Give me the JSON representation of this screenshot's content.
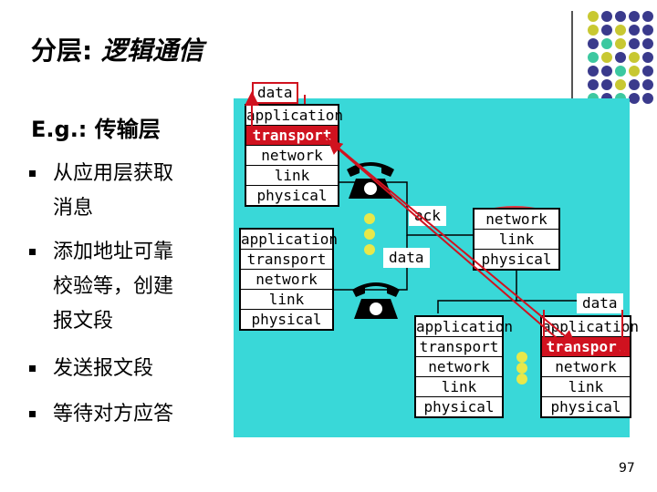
{
  "title": {
    "prefix": "分层:",
    "suffix": "逻辑通信"
  },
  "eg": "E.g.: 传输层",
  "bullets": [
    "从应用层获取\n消息",
    "添加地址可靠\n校验等，创建\n报文段",
    "发送报文段",
    "等待对方应答"
  ],
  "layers": [
    "application",
    "transport",
    "network",
    "link",
    "physical"
  ],
  "router_layers": [
    "network",
    "link",
    "physical"
  ],
  "labels": {
    "data_top": "data",
    "ack": "ack",
    "data_mid": "data",
    "data_right": "data"
  },
  "page_number": "97",
  "colors": {
    "network_bg": "#39d8d8",
    "highlight": "#d0121f",
    "dot_navy": "#3a3a8c",
    "dot_yellow": "#c8c832",
    "dot_teal": "#3cc8a0"
  }
}
